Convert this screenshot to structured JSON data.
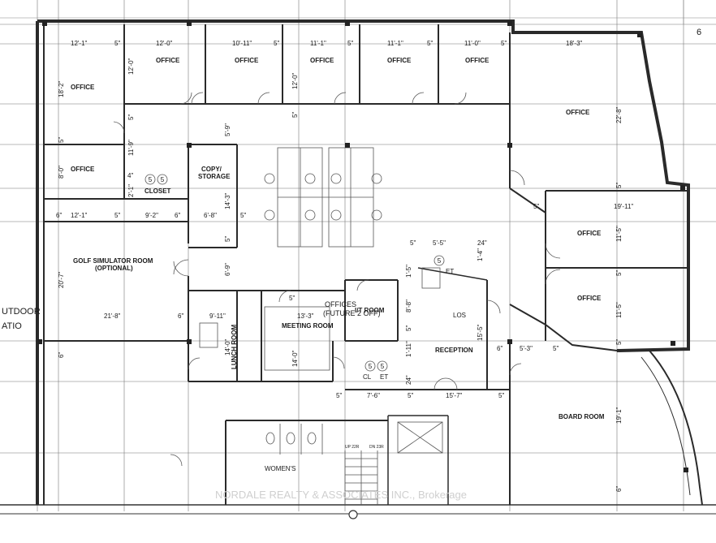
{
  "page_number": "6",
  "outdoor_label_line1": "UTDOOR",
  "outdoor_label_line2": "ATIO",
  "watermark": "NORDALE REALTY & ASSOCIATES INC., Brokerage",
  "rooms": {
    "office_nw": "OFFICE",
    "office_top1": "OFFICE",
    "office_top2": "OFFICE",
    "office_top3": "OFFICE",
    "office_top4": "OFFICE",
    "office_top5": "OFFICE",
    "office_ne": "OFFICE",
    "office_w2": "OFFICE",
    "copy_line1": "COPY/",
    "copy_line2": "STORAGE",
    "closet": "CLOSET",
    "golf_line1": "GOLF SIMULATOR ROOM",
    "golf_line2": "(OPTIONAL)",
    "office_e1": "OFFICE",
    "office_e2": "OFFICE",
    "lunch": "LUNCH ROOM",
    "meeting": "MEETING ROOM",
    "it_room": "I/T ROOM",
    "offices_future_1": "OFFICES",
    "offices_future_2": "(FUTURE 2 OFF)",
    "reception": "RECEPTION",
    "los": "LOS",
    "board": "BOARD ROOM",
    "womens": "WOMEN'S",
    "cl": "CL",
    "et_a": "ET",
    "et_b": "ET"
  },
  "badges": {
    "closet_a": "5",
    "closet_b": "5",
    "reception_a": "5",
    "reception_b": "5",
    "north": "5"
  },
  "stairs": {
    "up": "UP 22R",
    "down": "DN 23R"
  },
  "dimensions": {
    "top_12_1": "12'-1\"",
    "top_5a": "5\"",
    "top_12_0": "12'-0\"",
    "top_10_11": "10'-11\"",
    "top_5b": "5\"",
    "top_11_1a": "11'-1\"",
    "top_5c": "5\"",
    "top_11_1b": "11'-1\"",
    "top_5d": "5\"",
    "top_11_0": "11'-0\"",
    "top_5e": "5\"",
    "top_18_3": "18'-3\"",
    "v_18_2": "18'-2\"",
    "v_12_0a": "12'-0\"",
    "v_12_0b": "12'-0\"",
    "v_5a": "5\"",
    "v_5b": "5\"",
    "v_5c": "5\"",
    "v_5_9": "5'-9\"",
    "v_11_9": "11'-9\"",
    "v_22_8": "22'-8\"",
    "v_8_0": "8'-0\"",
    "v_4": "4\"",
    "v_2_1": "2'-1\"",
    "v_14_3": "14'-3\"",
    "r_6a": "6\"",
    "r_12_1": "12'-1\"",
    "r_5a": "5\"",
    "r_9_2": "9'-2\"",
    "r_6b": "6\"",
    "r_6_8": "6'-8\"",
    "r_5b": "5\"",
    "r_5_east": "5\"",
    "r_19_11": "19'-11\"",
    "v_5_mid": "5\"",
    "v_11_5a": "11'-5\"",
    "v_11_5b": "11'-5\"",
    "v_5_e1": "5\"",
    "v_5_e2": "5\"",
    "v_20_7": "20'-7\"",
    "h_21_8": "21'-8\"",
    "h_6a": "6\"",
    "v_6_9": "6'-9\"",
    "v_5_golf": "5\"",
    "h_9_11": "9'-11\"",
    "h_5f": "5\"",
    "h_13_3": "13'-3\"",
    "h_5_5": "5'-5\"",
    "h_24": "24\"",
    "h_5g": "5\"",
    "v_1_5": "1'-5\"",
    "v_1_4": "1'-4\"",
    "v_14_0": "14'-0\"",
    "v_8_8": "8'-8\"",
    "v_15_5": "15'-5\"",
    "v_1_11": "1'-11\"",
    "v_24": "24\"",
    "v_5_rec": "5\"",
    "h_6c": "6\"",
    "h_5_3": "5'-3\"",
    "h_5h": "5\"",
    "v_6_left": "6\"",
    "h_5i": "5\"",
    "h_7_6": "7'-6\"",
    "h_5j": "5\"",
    "h_15_7": "15'-7\"",
    "h_5k": "5\"",
    "v_19_1": "19'-1\"",
    "v_6_board": "6\"",
    "v_14_lunch": "14'-0\""
  }
}
